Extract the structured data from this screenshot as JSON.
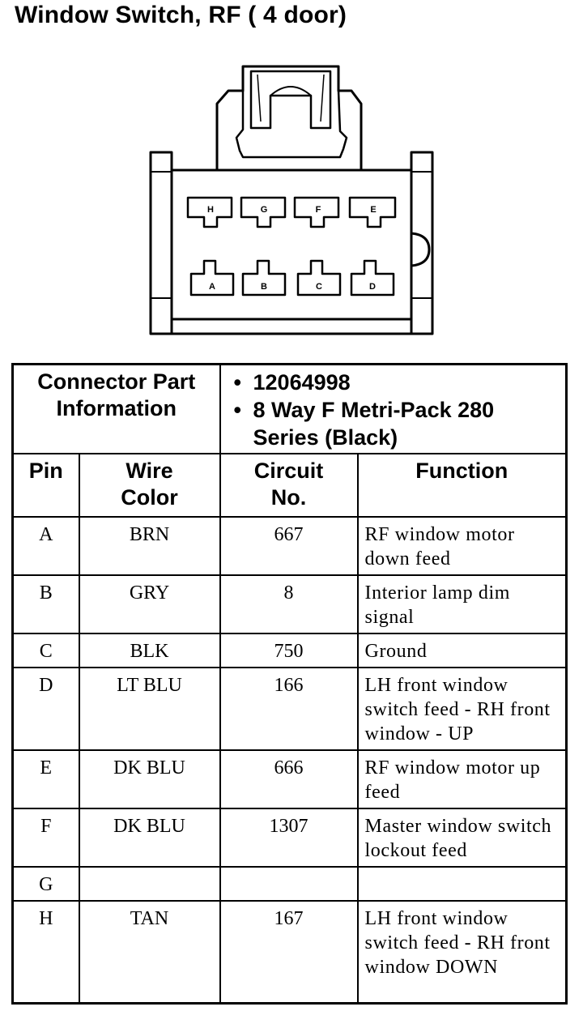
{
  "title": "Window Switch, RF ( 4 door)",
  "connector": {
    "top_row_pins": [
      "H",
      "G",
      "F",
      "E"
    ],
    "bottom_row_pins": [
      "A",
      "B",
      "C",
      "D"
    ]
  },
  "part_info": {
    "label": "Connector Part Information",
    "part_number": "12064998",
    "description": "8 Way F Metri-Pack 280 Series (Black)"
  },
  "table": {
    "headers": {
      "pin": "Pin",
      "wire_color": "Wire Color",
      "circuit": "Circuit No.",
      "function": "Function"
    },
    "rows": [
      {
        "pin": "A",
        "wire_color": "BRN",
        "circuit": "667",
        "function": "RF window motor down feed"
      },
      {
        "pin": "B",
        "wire_color": "GRY",
        "circuit": "8",
        "function": "Interior lamp dim signal"
      },
      {
        "pin": "C",
        "wire_color": "BLK",
        "circuit": "750",
        "function": "Ground"
      },
      {
        "pin": "D",
        "wire_color": "LT BLU",
        "circuit": "166",
        "function": "LH front window switch feed - RH front window - UP"
      },
      {
        "pin": "E",
        "wire_color": "DK BLU",
        "circuit": "666",
        "function": "RF window motor up feed"
      },
      {
        "pin": "F",
        "wire_color": "DK BLU",
        "circuit": "1307",
        "function": "Master window switch lockout feed"
      },
      {
        "pin": "G",
        "wire_color": "",
        "circuit": "",
        "function": ""
      },
      {
        "pin": "H",
        "wire_color": "TAN",
        "circuit": "167",
        "function": "LH front window switch feed - RH front window DOWN"
      }
    ]
  }
}
